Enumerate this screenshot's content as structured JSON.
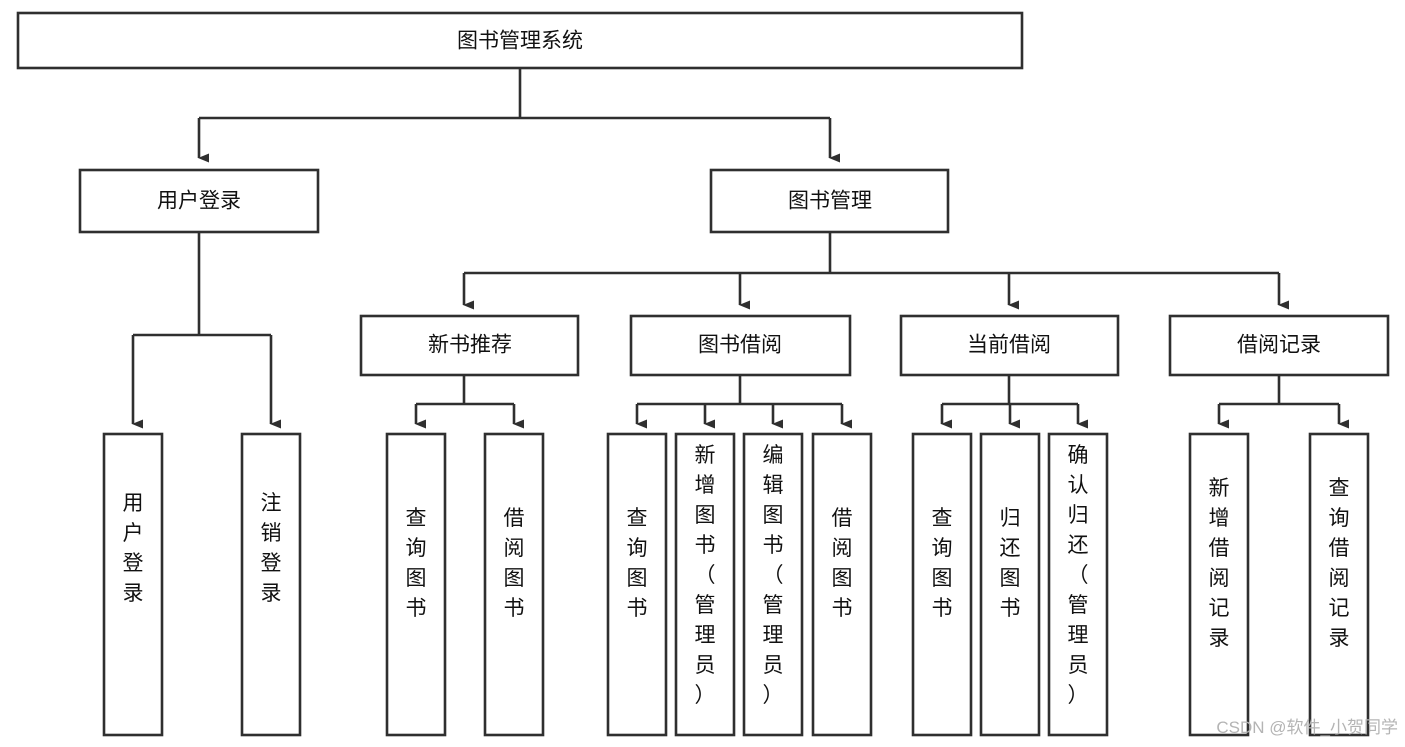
{
  "diagram": {
    "type": "tree-hierarchy",
    "title": "图书管理系统",
    "orientation": "top-down",
    "colors": {
      "stroke": "#2f2f2f",
      "fill": "#ffffff",
      "text": "#111111",
      "watermark": "#b4b4b4"
    },
    "levels": {
      "root": {
        "label": "图书管理系统"
      },
      "level2": [
        {
          "label": "用户登录"
        },
        {
          "label": "图书管理"
        }
      ],
      "level3": [
        {
          "label": "新书推荐"
        },
        {
          "label": "图书借阅"
        },
        {
          "label": "当前借阅"
        },
        {
          "label": "借阅记录"
        }
      ]
    },
    "leaves": {
      "user_login": [
        {
          "label": "用户登录"
        },
        {
          "label": "注销登录"
        }
      ],
      "new_book_recommend": [
        {
          "label": "查询图书"
        },
        {
          "label": "借阅图书"
        }
      ],
      "book_borrow": [
        {
          "label": "查询图书"
        },
        {
          "label": "新增图书（管理员）"
        },
        {
          "label": "编辑图书（管理员）"
        },
        {
          "label": "借阅图书"
        }
      ],
      "current_borrow": [
        {
          "label": "查询图书"
        },
        {
          "label": "归还图书"
        },
        {
          "label": "确认归还（管理员）"
        }
      ],
      "borrow_record": [
        {
          "label": "新增借阅记录"
        },
        {
          "label": "查询借阅记录"
        }
      ]
    }
  },
  "watermark": {
    "label": "CSDN @软件_小贺同学"
  }
}
